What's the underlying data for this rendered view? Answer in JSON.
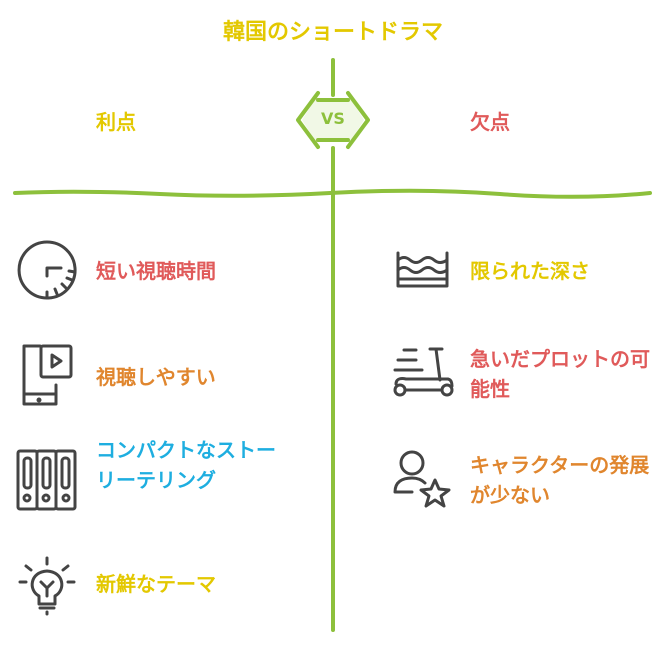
{
  "title": "韓国のショートドラマ",
  "vs_label": "VS",
  "colors": {
    "green": "#8dc03c",
    "yellow": "#e3c800",
    "red": "#e05a5a",
    "orange": "#e0862e",
    "blue": "#1eaee0"
  },
  "pros": {
    "heading": "利点",
    "items": [
      {
        "label": "短い視聴時間",
        "icon": "clock-icon"
      },
      {
        "label": "視聴しやすい",
        "icon": "mobile-video-icon"
      },
      {
        "label": "コンパクトなストーリーテリング",
        "icon": "binders-icon"
      },
      {
        "label": "新鮮なテーマ",
        "icon": "lightbulb-icon"
      }
    ]
  },
  "cons": {
    "heading": "欠点",
    "items": [
      {
        "label": "限られた深さ",
        "icon": "water-depth-icon"
      },
      {
        "label": "急いだプロットの可能性",
        "icon": "scooter-icon"
      },
      {
        "label": "キャラクターの発展が少ない",
        "icon": "user-star-icon"
      }
    ]
  }
}
